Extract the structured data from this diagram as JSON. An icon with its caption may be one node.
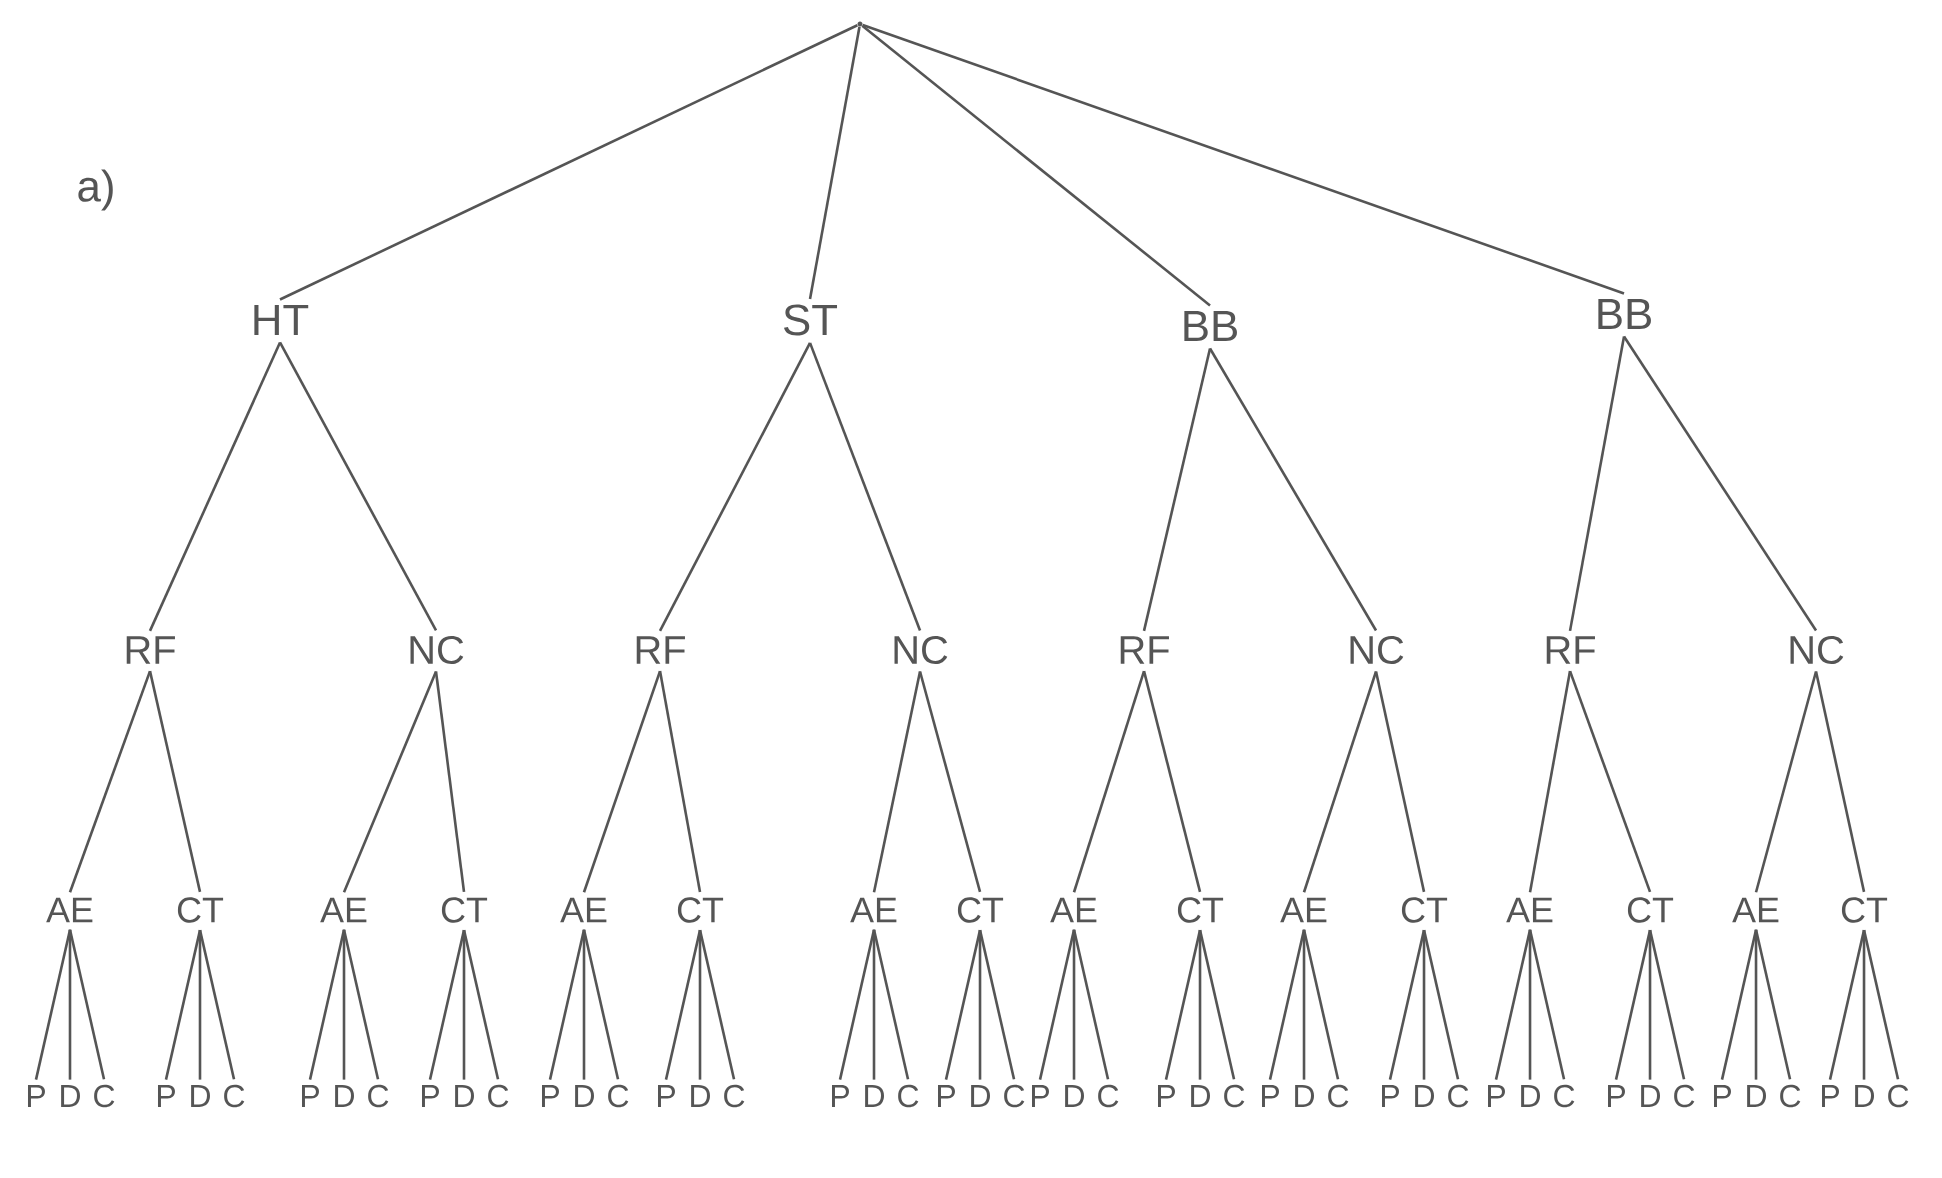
{
  "diagram": {
    "nodes": [
      {
        "text": [],
        "shape": "point"
      },
      {
        "text": [
          "HT"
        ]
      },
      {
        "text": [
          "ST"
        ]
      },
      {
        "text": [
          "BB"
        ]
      },
      {
        "text": [
          "BB"
        ]
      },
      {
        "text": [
          "RF"
        ]
      },
      {
        "text": [
          "NC"
        ]
      },
      {
        "text": [
          "RF"
        ]
      },
      {
        "text": [
          "NC"
        ]
      },
      {
        "text": [
          "RF"
        ]
      },
      {
        "text": [
          "NC"
        ]
      },
      {
        "text": [
          "RF"
        ]
      },
      {
        "text": [
          "NC"
        ]
      },
      {
        "text": [
          "AE"
        ]
      },
      {
        "text": [
          "CT"
        ]
      },
      {
        "text": [
          "AE"
        ]
      },
      {
        "text": [
          "CT"
        ]
      },
      {
        "text": [
          "AE"
        ]
      },
      {
        "text": [
          "CT"
        ]
      },
      {
        "text": [
          "AE"
        ]
      },
      {
        "text": [
          "CT"
        ]
      },
      {
        "text": [
          "AE"
        ]
      },
      {
        "text": [
          "CT"
        ]
      },
      {
        "text": [
          "AE"
        ]
      },
      {
        "text": [
          "CT"
        ]
      },
      {
        "text": [
          "AE"
        ]
      },
      {
        "text": [
          "CT"
        ]
      },
      {
        "text": [
          "AE"
        ]
      },
      {
        "text": [
          "CT"
        ]
      },
      {
        "text": [
          "P"
        ]
      },
      {
        "text": [
          "D"
        ]
      },
      {
        "text": [
          "C"
        ]
      },
      {
        "text": [
          "P"
        ]
      },
      {
        "text": [
          "D"
        ]
      },
      {
        "text": [
          "C"
        ]
      },
      {
        "text": [
          "P"
        ]
      },
      {
        "text": [
          "D"
        ]
      },
      {
        "text": [
          "C"
        ]
      },
      {
        "text": [
          "P"
        ]
      },
      {
        "text": [
          "D"
        ]
      },
      {
        "text": [
          "C"
        ]
      },
      {
        "text": [
          "P"
        ]
      },
      {
        "text": [
          "D"
        ]
      },
      {
        "text": [
          "C"
        ]
      },
      {
        "text": [
          "P"
        ]
      },
      {
        "text": [
          "D"
        ]
      },
      {
        "text": [
          "C"
        ]
      },
      {
        "text": [
          "P"
        ]
      },
      {
        "text": [
          "D"
        ]
      },
      {
        "text": [
          "C"
        ]
      },
      {
        "text": [
          "P"
        ]
      },
      {
        "text": [
          "D"
        ]
      },
      {
        "text": [
          "C"
        ]
      },
      {
        "text": [
          "P"
        ]
      },
      {
        "text": [
          "D"
        ]
      },
      {
        "text": [
          "C"
        ]
      },
      {
        "text": [
          "P"
        ]
      },
      {
        "text": [
          "D"
        ]
      },
      {
        "text": [
          "C"
        ]
      },
      {
        "text": [
          "P"
        ]
      },
      {
        "text": [
          "D"
        ]
      },
      {
        "text": [
          "C"
        ]
      },
      {
        "text": [
          "P"
        ]
      },
      {
        "text": [
          "D"
        ]
      },
      {
        "text": [
          "C"
        ]
      },
      {
        "text": [
          "P"
        ]
      },
      {
        "text": [
          "D"
        ]
      },
      {
        "text": [
          "C"
        ]
      },
      {
        "text": [
          "P"
        ]
      },
      {
        "text": [
          "D"
        ]
      },
      {
        "text": [
          "C"
        ]
      },
      {
        "text": [
          "P"
        ]
      },
      {
        "text": [
          "D"
        ]
      },
      {
        "text": [
          "C"
        ]
      },
      {
        "text": [
          "P"
        ]
      },
      {
        "text": [
          "D"
        ]
      },
      {
        "text": [
          "C"
        ]
      }
    ],
    "edges": [
      {
        "from": 0,
        "to": 1,
        "arrow": "none"
      },
      {
        "from": 0,
        "to": 2,
        "arrow": "none"
      },
      {
        "from": 0,
        "to": 3,
        "arrow": "none"
      },
      {
        "from": 0,
        "to": 4,
        "arrow": "none"
      },
      {
        "from": 1,
        "to": 5,
        "arrow": "none"
      },
      {
        "from": 1,
        "to": 6,
        "arrow": "none"
      },
      {
        "from": 2,
        "to": 7,
        "arrow": "none"
      },
      {
        "from": 2,
        "to": 8,
        "arrow": "none"
      },
      {
        "from": 3,
        "to": 9,
        "arrow": "none"
      },
      {
        "from": 3,
        "to": 10,
        "arrow": "none"
      },
      {
        "from": 4,
        "to": 11,
        "arrow": "none"
      },
      {
        "from": 4,
        "to": 12,
        "arrow": "none"
      },
      {
        "from": 5,
        "to": 13,
        "arrow": "none"
      },
      {
        "from": 5,
        "to": 14,
        "arrow": "none"
      },
      {
        "from": 6,
        "to": 15,
        "arrow": "none"
      },
      {
        "from": 6,
        "to": 16,
        "arrow": "none"
      },
      {
        "from": 7,
        "to": 17,
        "arrow": "none"
      },
      {
        "from": 7,
        "to": 18,
        "arrow": "none"
      },
      {
        "from": 8,
        "to": 19,
        "arrow": "none"
      },
      {
        "from": 8,
        "to": 20,
        "arrow": "none"
      },
      {
        "from": 9,
        "to": 21,
        "arrow": "none"
      },
      {
        "from": 9,
        "to": 22,
        "arrow": "none"
      },
      {
        "from": 10,
        "to": 23,
        "arrow": "none"
      },
      {
        "from": 10,
        "to": 24,
        "arrow": "none"
      },
      {
        "from": 11,
        "to": 25,
        "arrow": "none"
      },
      {
        "from": 11,
        "to": 26,
        "arrow": "none"
      },
      {
        "from": 12,
        "to": 27,
        "arrow": "none"
      },
      {
        "from": 12,
        "to": 28,
        "arrow": "none"
      },
      {
        "from": 13,
        "to": 29,
        "arrow": "none"
      },
      {
        "from": 13,
        "to": 30,
        "arrow": "none"
      },
      {
        "from": 13,
        "to": 31,
        "arrow": "none"
      },
      {
        "from": 14,
        "to": 32,
        "arrow": "none"
      },
      {
        "from": 14,
        "to": 33,
        "arrow": "none"
      },
      {
        "from": 14,
        "to": 34,
        "arrow": "none"
      },
      {
        "from": 15,
        "to": 35,
        "arrow": "none"
      },
      {
        "from": 15,
        "to": 36,
        "arrow": "none"
      },
      {
        "from": 15,
        "to": 37,
        "arrow": "none"
      },
      {
        "from": 16,
        "to": 38,
        "arrow": "none"
      },
      {
        "from": 16,
        "to": 39,
        "arrow": "none"
      },
      {
        "from": 16,
        "to": 40,
        "arrow": "none"
      },
      {
        "from": 17,
        "to": 41,
        "arrow": "none"
      },
      {
        "from": 17,
        "to": 42,
        "arrow": "none"
      },
      {
        "from": 17,
        "to": 43,
        "arrow": "none"
      },
      {
        "from": 18,
        "to": 44,
        "arrow": "none"
      },
      {
        "from": 18,
        "to": 45,
        "arrow": "none"
      },
      {
        "from": 18,
        "to": 46,
        "arrow": "none"
      },
      {
        "from": 19,
        "to": 47,
        "arrow": "none"
      },
      {
        "from": 19,
        "to": 48,
        "arrow": "none"
      },
      {
        "from": 19,
        "to": 49,
        "arrow": "none"
      },
      {
        "from": 20,
        "to": 50,
        "arrow": "none"
      },
      {
        "from": 20,
        "to": 51,
        "arrow": "none"
      },
      {
        "from": 20,
        "to": 52,
        "arrow": "none"
      },
      {
        "from": 21,
        "to": 53,
        "arrow": "none"
      },
      {
        "from": 21,
        "to": 54,
        "arrow": "none"
      },
      {
        "from": 21,
        "to": 55,
        "arrow": "none"
      },
      {
        "from": 22,
        "to": 56,
        "arrow": "none"
      },
      {
        "from": 22,
        "to": 57,
        "arrow": "none"
      },
      {
        "from": 22,
        "to": 58,
        "arrow": "none"
      },
      {
        "from": 23,
        "to": 59,
        "arrow": "none"
      },
      {
        "from": 23,
        "to": 60,
        "arrow": "none"
      },
      {
        "from": 23,
        "to": 61,
        "arrow": "none"
      },
      {
        "from": 24,
        "to": 62,
        "arrow": "none"
      },
      {
        "from": 24,
        "to": 63,
        "arrow": "none"
      },
      {
        "from": 24,
        "to": 64,
        "arrow": "none"
      },
      {
        "from": 25,
        "to": 65,
        "arrow": "none"
      },
      {
        "from": 25,
        "to": 66,
        "arrow": "none"
      },
      {
        "from": 25,
        "to": 67,
        "arrow": "none"
      },
      {
        "from": 26,
        "to": 68,
        "arrow": "none"
      },
      {
        "from": 26,
        "to": 69,
        "arrow": "none"
      },
      {
        "from": 26,
        "to": 70,
        "arrow": "none"
      },
      {
        "from": 27,
        "to": 71,
        "arrow": "none"
      },
      {
        "from": 27,
        "to": 72,
        "arrow": "none"
      },
      {
        "from": 27,
        "to": 73,
        "arrow": "none"
      },
      {
        "from": 28,
        "to": 74,
        "arrow": "none"
      },
      {
        "from": 28,
        "to": 75,
        "arrow": "none"
      },
      {
        "from": 28,
        "to": 76,
        "arrow": "none"
      }
    ],
    "labels": [
      "a)"
    ]
  }
}
